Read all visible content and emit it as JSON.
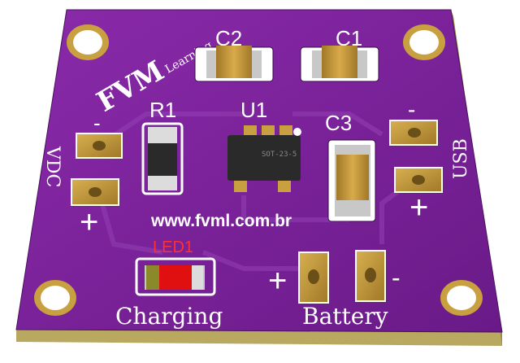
{
  "board": {
    "brand": "FVM",
    "brand_sub": "Learning",
    "website": "www.fvml.com.br",
    "labels": {
      "r1": "R1",
      "u1": "U1",
      "c1": "C1",
      "c2": "C2",
      "c3": "C3",
      "led1": "LED1",
      "vdc": "VDC",
      "usb": "USB",
      "charging": "Charging",
      "battery": "Battery",
      "vdc_minus": "-",
      "vdc_plus": "+",
      "usb_minus": "-",
      "usb_plus": "+",
      "bat_plus": "+",
      "bat_minus": "-",
      "ic_marking": "SOT-23-5"
    },
    "colors": {
      "pcb": "#7a1f9a",
      "pcb_edge": "#4a0f5f",
      "pcb_side": "#b8a860",
      "copper_pad": "#c8a040",
      "led_red": "#e01010",
      "capacitor": "#c89a3a"
    }
  }
}
